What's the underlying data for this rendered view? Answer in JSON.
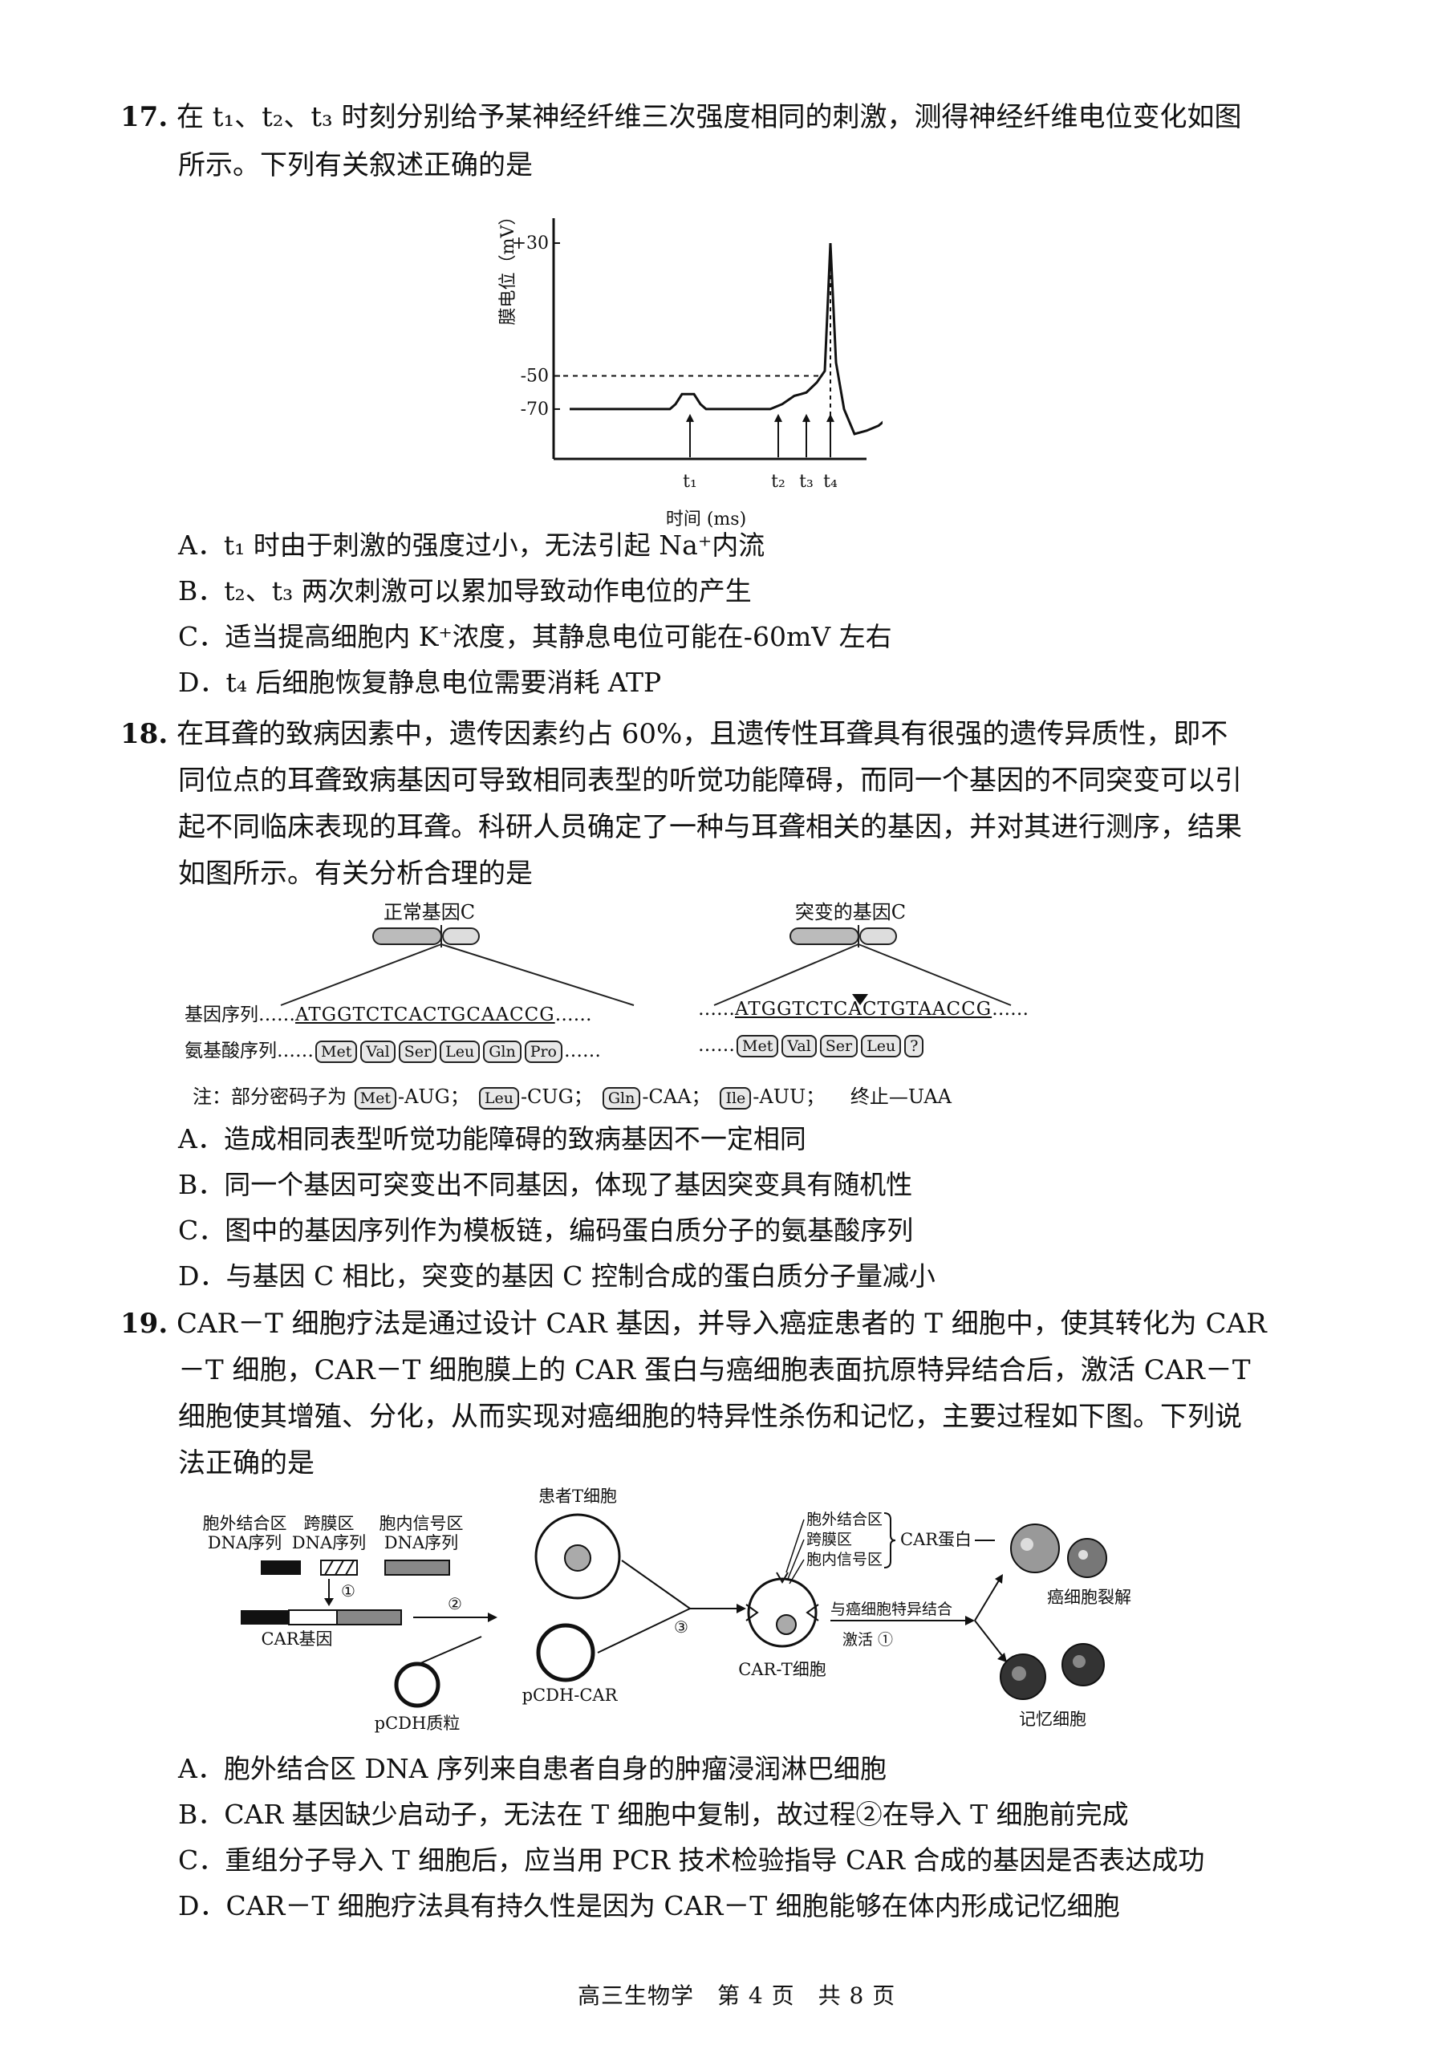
{
  "q17": {
    "number": "17.",
    "stem_line1": "在 t₁、t₂、t₃ 时刻分别给予某神经纤维三次强度相同的刺激，测得神经纤维电位变化如图",
    "stem_line2": "所示。下列有关叙述正确的是",
    "chart_data": {
      "type": "line",
      "title": "",
      "xlabel": "时间 (ms)",
      "ylabel": "膜电位（mV）",
      "y_ticks": [
        "+30",
        "-50",
        "-70"
      ],
      "x_ticks": [
        "t₁",
        "t₂",
        "t₃",
        "t₄"
      ],
      "resting": -70,
      "threshold": -50,
      "peak": 30,
      "min_after": -85
    },
    "options": [
      "A．t₁ 时由于刺激的强度过小，无法引起 Na⁺内流",
      "B．t₂、t₃ 两次刺激可以累加导致动作电位的产生",
      "C．适当提高细胞内 K⁺浓度，其静息电位可能在-60mV 左右",
      "D．t₄ 后细胞恢复静息电位需要消耗 ATP"
    ]
  },
  "q18": {
    "number": "18.",
    "stem_lines": [
      "在耳聋的致病因素中，遗传因素约占 60%，且遗传性耳聋具有很强的遗传异质性，即不",
      "同位点的耳聋致病基因可导致相同表型的听觉功能障碍，而同一个基因的不同突变可以引",
      "起不同临床表现的耳聋。科研人员确定了一种与耳聋相关的基因，并对其进行测序，结果",
      "如图所示。有关分析合理的是"
    ],
    "figure": {
      "normal_label": "正常基因C",
      "mutant_label": "突变的基因C",
      "seq_row_label": "基因序列",
      "aa_row_label": "氨基酸序列",
      "dots": "……",
      "normal_seq": "ATGGTCTCACTGCAACCG",
      "mutant_seq": "ATGGTCTCACTGTAACCG",
      "normal_aa": [
        "Met",
        "Val",
        "Ser",
        "Leu",
        "Gln",
        "Pro"
      ],
      "mutant_aa": [
        "Met",
        "Val",
        "Ser",
        "Leu",
        "?"
      ],
      "note_prefix": "注：部分密码子为",
      "note_items": [
        {
          "aa": "Met",
          "codon": "-AUG；"
        },
        {
          "aa": "Leu",
          "codon": "-CUG；"
        },
        {
          "aa": "Gln",
          "codon": "-CAA；"
        },
        {
          "aa": "Ile",
          "codon": "-AUU；"
        }
      ],
      "note_stop": "终止—UAA"
    },
    "options": [
      "A．造成相同表型听觉功能障碍的致病基因不一定相同",
      "B．同一个基因可突变出不同基因，体现了基因突变具有随机性",
      "C．图中的基因序列作为模板链，编码蛋白质分子的氨基酸序列",
      "D．与基因 C 相比，突变的基因 C 控制合成的蛋白质分子量减小"
    ]
  },
  "q19": {
    "number": "19.",
    "stem_lines": [
      "CAR－T 细胞疗法是通过设计 CAR 基因，并导入癌症患者的 T 细胞中，使其转化为 CAR",
      "－T 细胞，CAR－T 细胞膜上的 CAR 蛋白与癌细胞表面抗原特异结合后，激活 CAR－T",
      "细胞使其增殖、分化，从而实现对癌细胞的特异性杀伤和记忆，主要过程如下图。下列说",
      "法正确的是"
    ],
    "figure": {
      "seg1_a": "胞外结合区",
      "seg1_b": "DNA序列",
      "seg2_a": "跨膜区",
      "seg2_b": "DNA序列",
      "seg3_a": "胞内信号区",
      "seg3_b": "DNA序列",
      "step1": "①",
      "step2": "②",
      "step3": "③",
      "car_gene": "CAR基因",
      "plasmid": "pCDH质粒",
      "patient_t": "患者T细胞",
      "pcdh_car": "pCDH-CAR",
      "car_t": "CAR-T细胞",
      "domain_a": "胞外结合区",
      "domain_b": "跨膜区",
      "domain_c": "胞内信号区",
      "car_protein": "CAR蛋白",
      "bind_text": "与癌细胞特异结合",
      "activate": "激活 ①",
      "lysis": "癌细胞裂解",
      "memory": "记忆细胞"
    },
    "options": [
      "A．胞外结合区 DNA 序列来自患者自身的肿瘤浸润淋巴细胞",
      "B．CAR 基因缺少启动子，无法在 T 细胞中复制，故过程②在导入 T 细胞前完成",
      "C．重组分子导入 T 细胞后，应当用 PCR 技术检验指导 CAR 合成的基因是否表达成功",
      "D．CAR－T 细胞疗法具有持久性是因为 CAR－T 细胞能够在体内形成记忆细胞"
    ]
  },
  "footer": "高三生物学　第 4 页　共 8 页"
}
